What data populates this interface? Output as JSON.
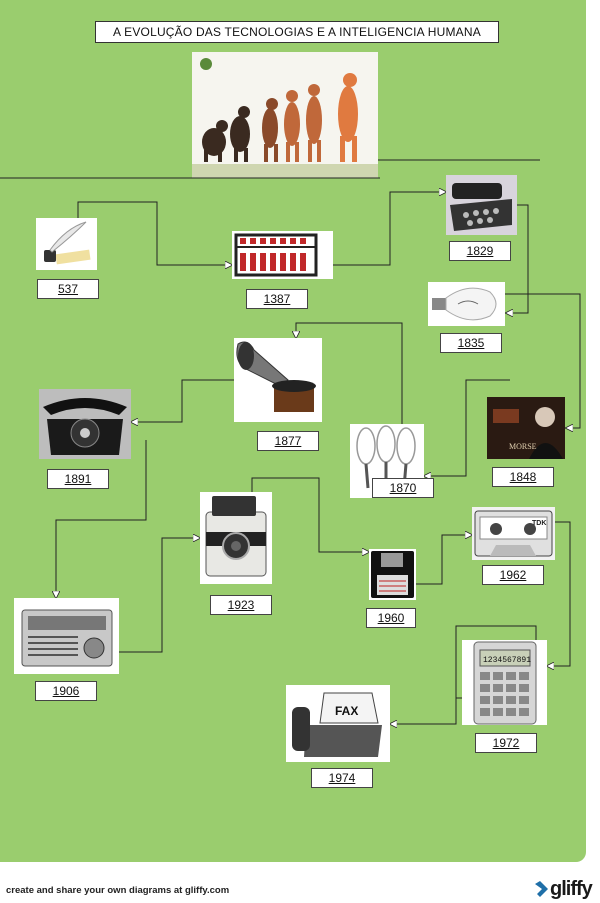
{
  "title": "A EVOLUÇÃO DAS TECNOLOGIAS E A INTELIGENCIA HUMANA",
  "nodes": [
    {
      "year": "537",
      "icon": "quill-pen-icon"
    },
    {
      "year": "1387",
      "icon": "abacus-icon"
    },
    {
      "year": "1829",
      "icon": "typewriter-icon"
    },
    {
      "year": "1835",
      "icon": "light-bulb-icon"
    },
    {
      "year": "1848",
      "icon": "morse-telegraph-icon"
    },
    {
      "year": "1870",
      "icon": "whisks-icon"
    },
    {
      "year": "1877",
      "icon": "gramophone-icon"
    },
    {
      "year": "1891",
      "icon": "rotary-telephone-icon"
    },
    {
      "year": "1906",
      "icon": "radio-icon"
    },
    {
      "year": "1923",
      "icon": "polaroid-camera-icon"
    },
    {
      "year": "1960",
      "icon": "floppy-disk-icon"
    },
    {
      "year": "1962",
      "icon": "cassette-tape-icon"
    },
    {
      "year": "1972",
      "icon": "calculator-icon"
    },
    {
      "year": "1974",
      "icon": "fax-machine-icon"
    }
  ],
  "evolution_image": {
    "icon": "human-evolution-icon"
  },
  "fax_label": "FAX",
  "calculator_display": "1234567891",
  "cassette_brand": "TDK",
  "morse_caption": "MORSE",
  "footer": {
    "text": "create and share your own diagrams at gliffy.com",
    "logo": "gliffy"
  },
  "colors": {
    "background": "#9acd6e",
    "line": "#222222"
  }
}
